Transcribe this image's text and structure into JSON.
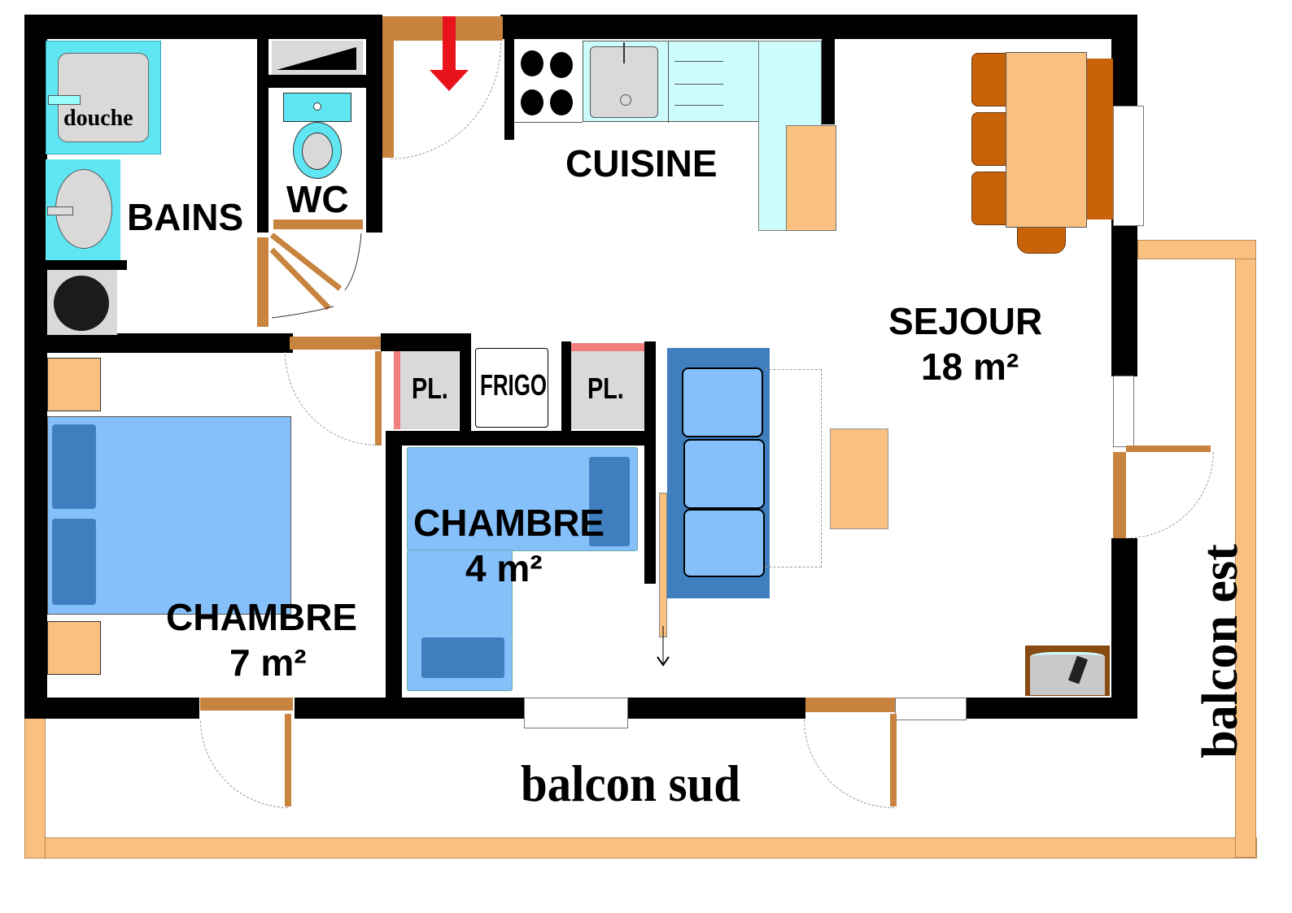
{
  "plan": {
    "rooms": {
      "bains": {
        "label": "BAINS"
      },
      "douche": {
        "label": "douche"
      },
      "wc": {
        "label": "WC"
      },
      "cuisine": {
        "label": "CUISINE"
      },
      "sejour": {
        "label": "SEJOUR",
        "area": "18 m²"
      },
      "chambre_1": {
        "label": "CHAMBRE",
        "area": "7 m²"
      },
      "chambre_2": {
        "label": "CHAMBRE",
        "area": "4 m²"
      }
    },
    "storage": {
      "placard_left": "PL.",
      "frigo": "FRIGO",
      "placard_right": "PL."
    },
    "balconies": {
      "south": "balcon sud",
      "east": "balcon est"
    },
    "entrance_arrow_icon": "entrance-arrow-icon",
    "colors": {
      "wall": "#000000",
      "door_wood": "#c8843f",
      "water_fixture": "#5fe6f2",
      "kitchen_counter": "#ccfcfc",
      "table_wood": "#f9c07f",
      "chair": "#c9630a",
      "bed_light": "#85c0fa",
      "bed_dark": "#3f7fc0",
      "entrance_arrow": "#e8131b",
      "balcony_rail": "#f9c07f",
      "closet_edge": "#f27e7e"
    }
  }
}
